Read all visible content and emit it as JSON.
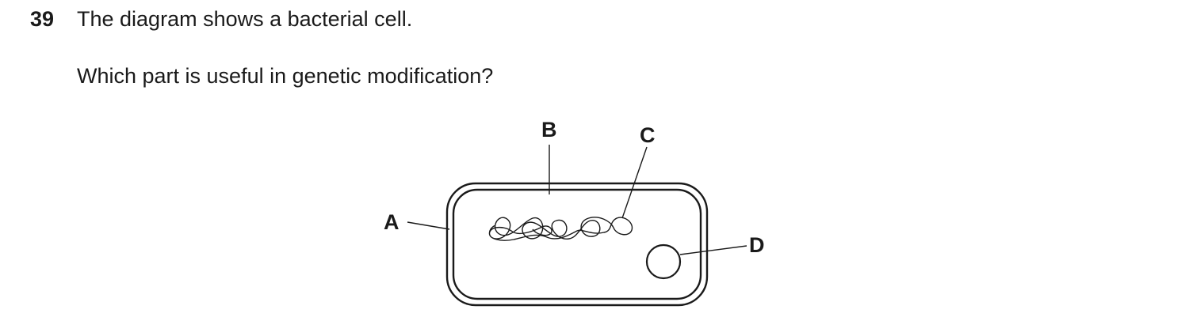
{
  "question": {
    "number": "39",
    "stem": "The diagram shows a bacterial cell.",
    "prompt": "Which part is useful in genetic modification?"
  },
  "diagram": {
    "labels": {
      "a": "A",
      "b": "B",
      "c": "C",
      "d": "D"
    }
  }
}
